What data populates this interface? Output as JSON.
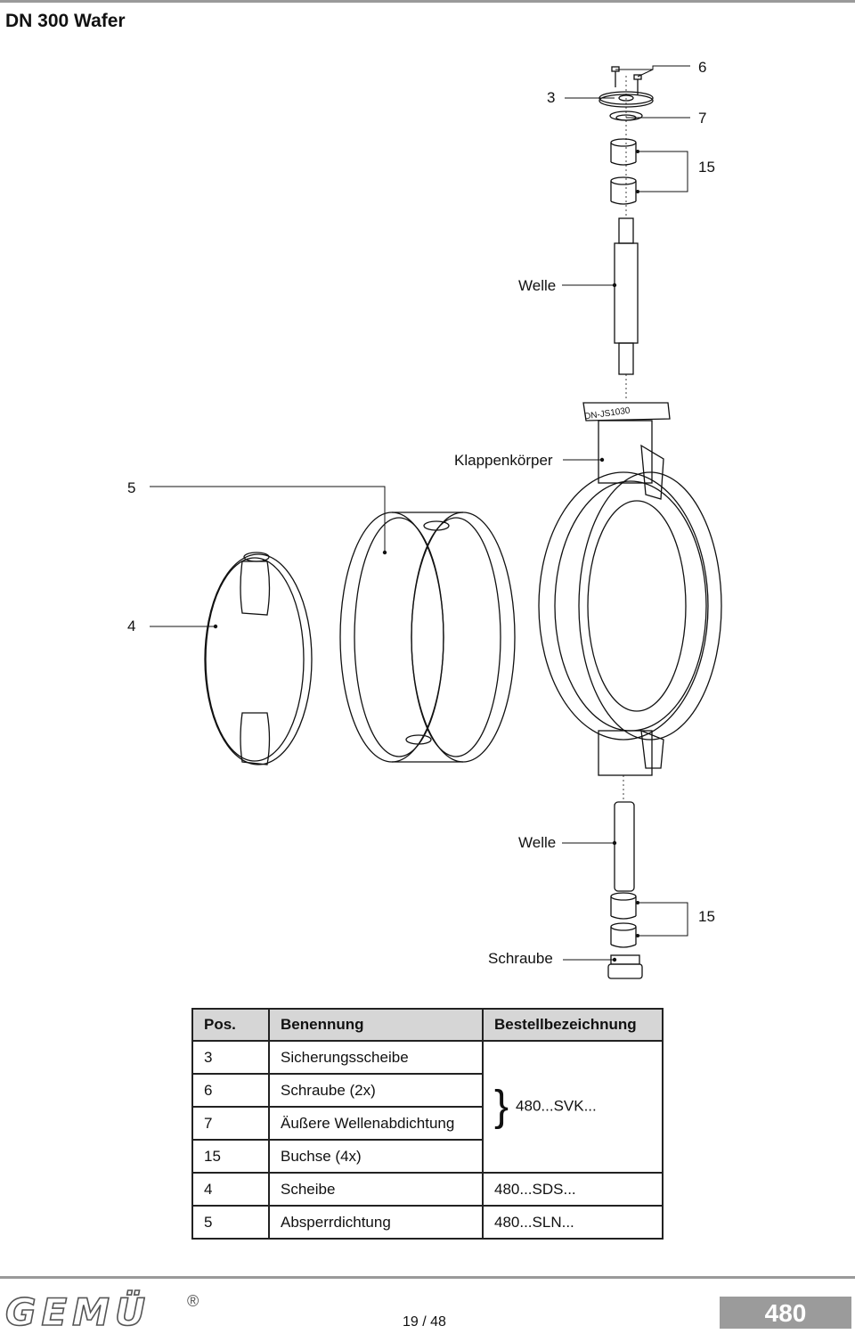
{
  "header": {
    "title": "DN 300 Wafer"
  },
  "drawing_labels": {
    "pos_3": "3",
    "pos_6": "6",
    "pos_7": "7",
    "pos_15_top": "15",
    "welle_top": "Welle",
    "klappenkoerper": "Klappenkörper",
    "pos_5": "5",
    "pos_4": "4",
    "welle_bottom": "Welle",
    "pos_15_bottom": "15",
    "schraube": "Schraube",
    "body_stamp": "DN-JS1030"
  },
  "parts_table": {
    "headers": {
      "pos": "Pos.",
      "name": "Benennung",
      "order": "Bestellbezeichnung"
    },
    "rows": [
      {
        "pos": "3",
        "name": "Sicherungsscheibe",
        "order": ""
      },
      {
        "pos": "6",
        "name": "Schraube (2x)",
        "order": ""
      },
      {
        "pos": "7",
        "name": "Äußere Wellenabdichtung",
        "order": ""
      },
      {
        "pos": "15",
        "name": "Buchse (4x)",
        "order": ""
      },
      {
        "pos": "4",
        "name": "Scheibe",
        "order": "480...SDS..."
      },
      {
        "pos": "5",
        "name": "Absperrdichtung",
        "order": "480...SLN..."
      }
    ],
    "group_order": "480...SVK..."
  },
  "footer": {
    "logo": "GEMÜ",
    "registered": "®",
    "page": "19 / 48",
    "product": "480"
  }
}
